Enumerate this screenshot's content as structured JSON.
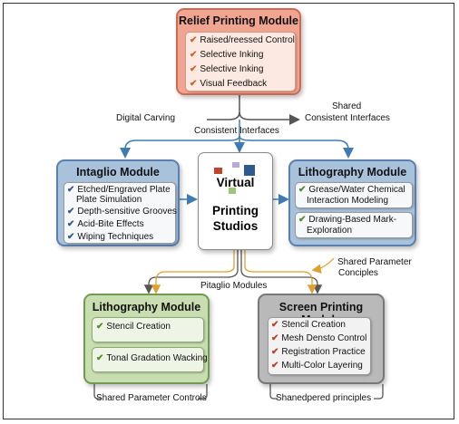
{
  "relief": {
    "title": "Relief Printing Module",
    "items": [
      "Raised/reessed Control",
      "Selective Inking",
      "Selective Inking",
      "Visual Feedback"
    ]
  },
  "labels": {
    "digital_carving": "Digital Carving",
    "shared_top": "Shared",
    "shared_top_2": "Consistent Interfaces",
    "consistent_interfaces": "Consistent Interfaces",
    "shared_param_1": "Shared Parameter",
    "shared_param_2": "Conciples",
    "pitaglio": "Pitaglio Modules"
  },
  "intaglio": {
    "title": "Intaglio Module",
    "items": [
      "Etched/Engraved Plate",
      "Plate Simulation",
      "Depth-sensitive Grooves",
      "Acid-Bite Effects",
      "Wiping Techniques"
    ]
  },
  "center": {
    "line1": "Virtual",
    "line2": "Printing",
    "line3": "Studios"
  },
  "litho_top": {
    "title": "Lithography Module",
    "item1a": "Grease/Water Chemical",
    "item1b": "Interaction Modeling",
    "item2a": "Drawing-Based Mark-",
    "item2b": "Exploration"
  },
  "litho_bottom": {
    "title": "Lithography Module",
    "item1": "Stencil Creation",
    "item2": "Tonal Gradation Wacking",
    "footer": "Shared Parameter Controls"
  },
  "screen": {
    "title": "Screen Printing Module",
    "items": [
      "Stencil Creation",
      "Mesh Densto Control",
      "Registration Practice",
      "Multi-Color Layering"
    ],
    "footer": "Shanedpered principles"
  },
  "colors": {
    "relief_fill": "#f0a592",
    "relief_border": "#cf6a52",
    "blue_fill": "#a9c2dc",
    "blue_border": "#5b7fae",
    "green_fill": "#c9deb0",
    "green_border": "#6f9a4f",
    "gray_fill": "#b9b9b9",
    "gray_border": "#777777",
    "check_orange": "#d2602f",
    "check_blue": "#2f5a8f",
    "check_green": "#4f8a2f",
    "check_red": "#c23b2b",
    "wire_blue": "#3e7bb5",
    "wire_orange": "#e0a030"
  }
}
